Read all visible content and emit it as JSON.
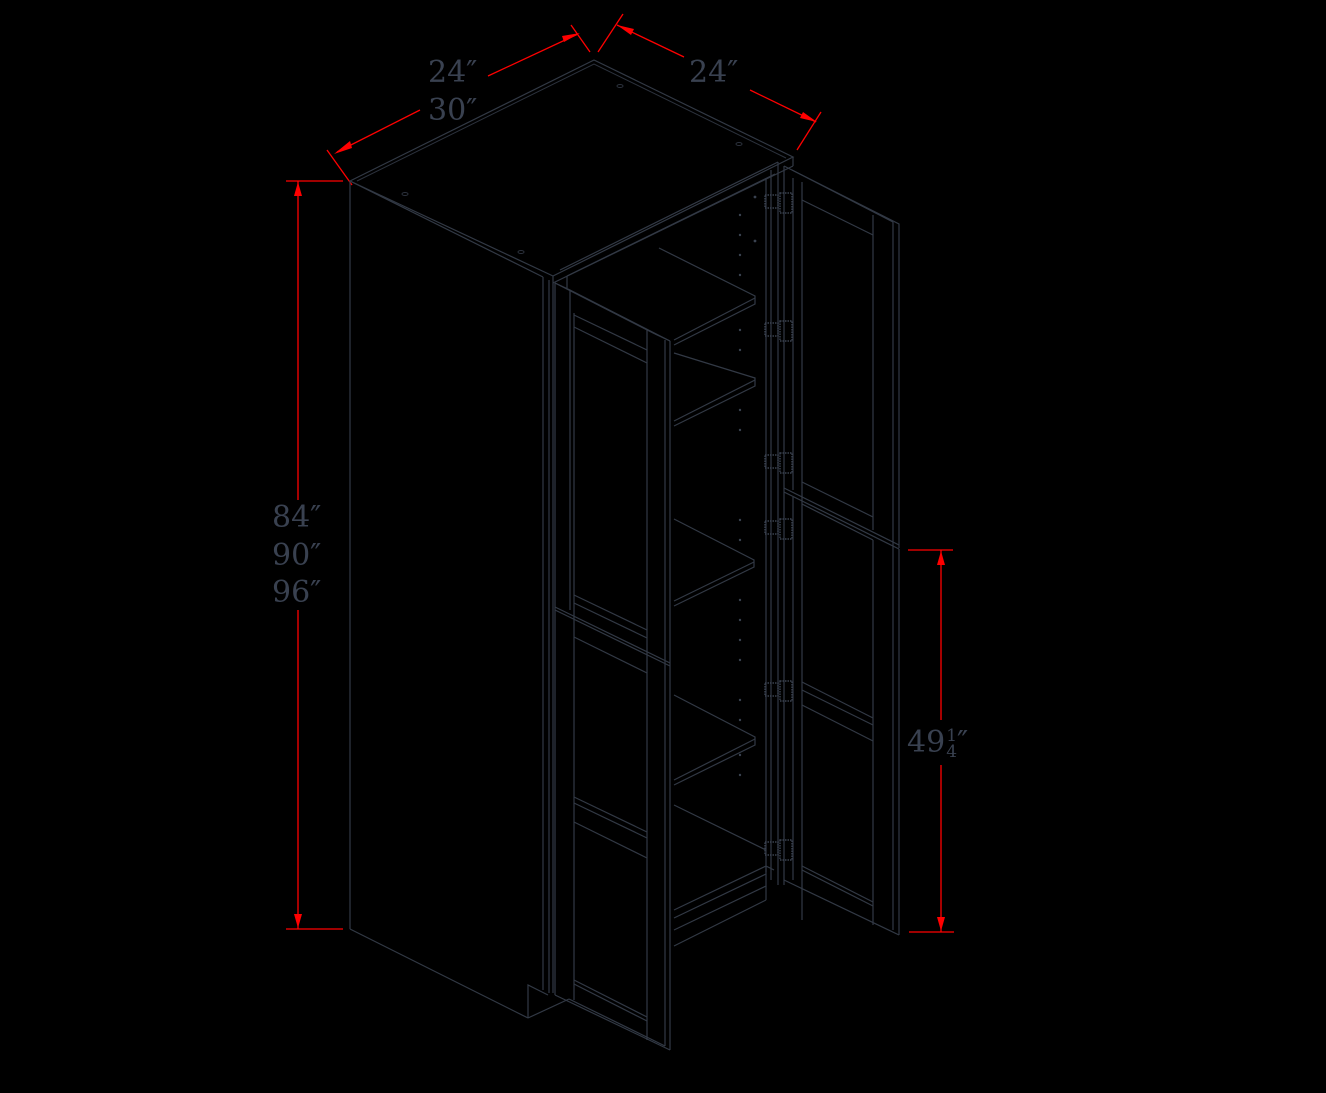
{
  "drawing": {
    "subject": "Tall pantry cabinet, isometric line drawing with two pairs of doors open showing adjustable shelves",
    "colors": {
      "background": "#000000",
      "line": "#323945",
      "text": "#394150",
      "dimension": "#ff0000"
    }
  },
  "dimensions": {
    "width_options": [
      "24″",
      "30″"
    ],
    "depth": "24″",
    "height_options": [
      "84″",
      "90″",
      "96″"
    ],
    "lower_door_height": {
      "whole": "49",
      "numerator": "1",
      "denominator": "4",
      "unit": "″"
    }
  },
  "labels": {
    "width_1": "24″",
    "width_2": "30″",
    "depth": "24″",
    "height_1": "84″",
    "height_2": "90″",
    "height_3": "96″",
    "door_whole": "49",
    "door_num": "1",
    "door_den": "4",
    "door_unit": "″"
  }
}
